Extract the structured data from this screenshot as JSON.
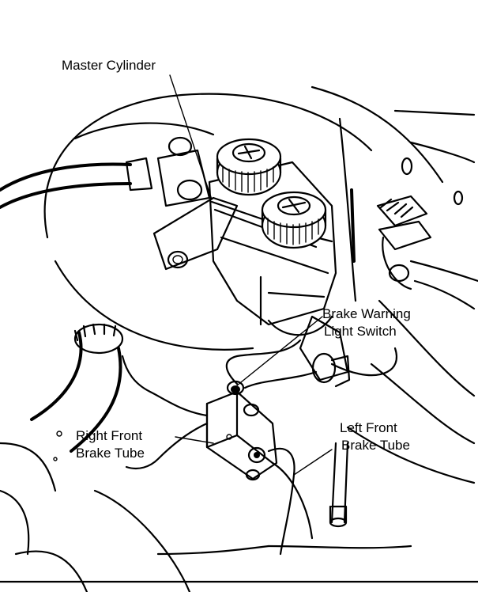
{
  "labels": {
    "master_cylinder": "Master Cylinder",
    "brake_warning_line1": "Brake Warning",
    "brake_warning_line2": "Light Switch",
    "right_front_line1": "Right Front",
    "right_front_line2": "Brake Tube",
    "left_front_line1": "Left Front",
    "left_front_line2": "Brake Tube"
  },
  "colors": {
    "ink": "#000000",
    "paper": "#ffffff"
  }
}
